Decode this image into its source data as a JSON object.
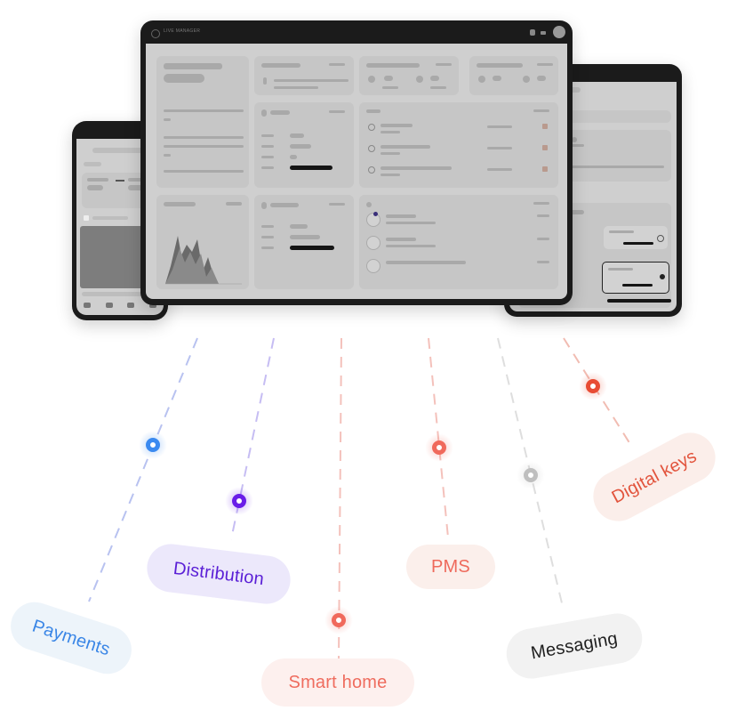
{
  "integrations": [
    {
      "key": "payments",
      "label": "Payments",
      "color": "#3b8af0",
      "bg": "#edf4fa",
      "text_color": "#3a86e6"
    },
    {
      "key": "distribution",
      "label": "Distribution",
      "color": "#6a1ee8",
      "bg": "#ece8fb",
      "text_color": "#5a1fd6"
    },
    {
      "key": "smart_home",
      "label": "Smart home",
      "color": "#f06a5c",
      "bg": "#fdf0ee",
      "text_color": "#ef6c5e"
    },
    {
      "key": "pms",
      "label": "PMS",
      "color": "#f06a5c",
      "bg": "#fbefeb",
      "text_color": "#ee6a5c"
    },
    {
      "key": "messaging",
      "label": "Messaging",
      "color": "#bfbfbf",
      "bg": "#f2f2f2",
      "text_color": "#1f1f1f"
    },
    {
      "key": "digital_keys",
      "label": "Digital keys",
      "color": "#e84c34",
      "bg": "#fbeeea",
      "text_color": "#e2543d"
    }
  ],
  "devices": {
    "tablet_title": "LIVE MANAGER"
  }
}
